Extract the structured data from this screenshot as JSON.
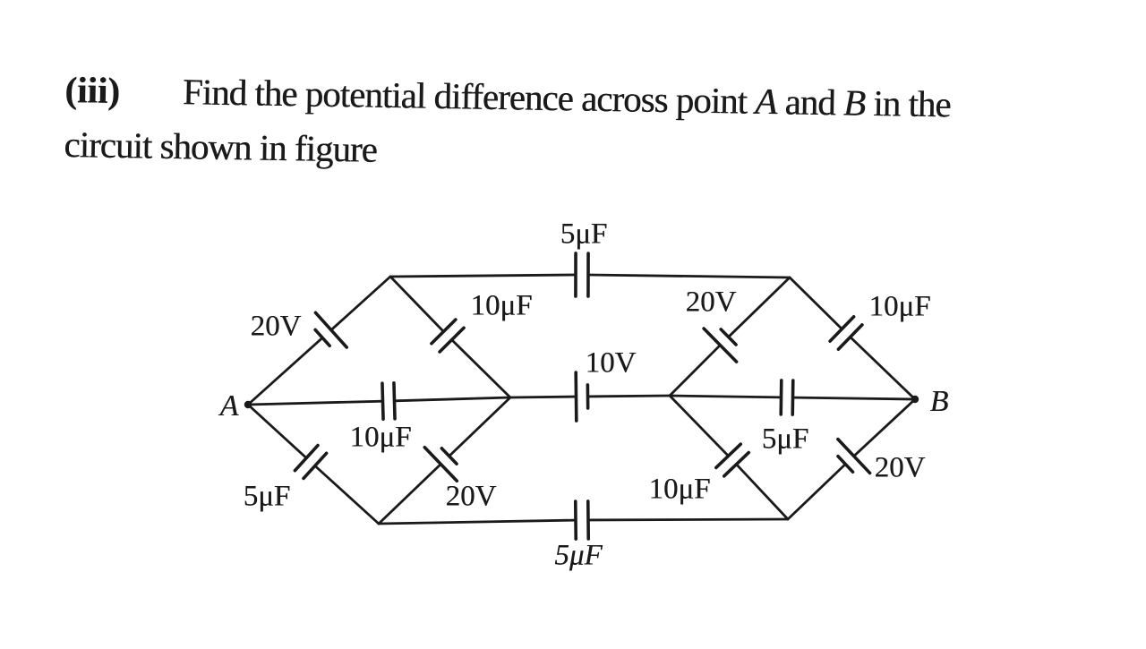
{
  "question": {
    "number": "(iii)",
    "line1_before": "Find the potential difference across point ",
    "point_a": "A",
    "line1_between": " and ",
    "point_b": "B",
    "line1_after": " in the",
    "line2": "circuit shown in figure"
  },
  "circuit": {
    "node_labels": {
      "a": "A",
      "b": "B"
    },
    "components": {
      "top_capacitor": "5μF",
      "upper_left_battery": "20V",
      "upper_left_inner_capacitor": "10μF",
      "upper_right_inner_battery": "20V",
      "upper_right_capacitor": "10μF",
      "middle_left_capacitor": "10μF",
      "middle_battery": "10V",
      "middle_right_capacitor": "5μF",
      "lower_left_capacitor": "5μF",
      "lower_left_inner_battery": "20V",
      "lower_right_inner_capacitor": "10μF",
      "lower_right_battery": "20V",
      "bottom_capacitor": "5μF"
    },
    "ink_color": "#1a1a1a",
    "background_color": "#ffffff"
  }
}
